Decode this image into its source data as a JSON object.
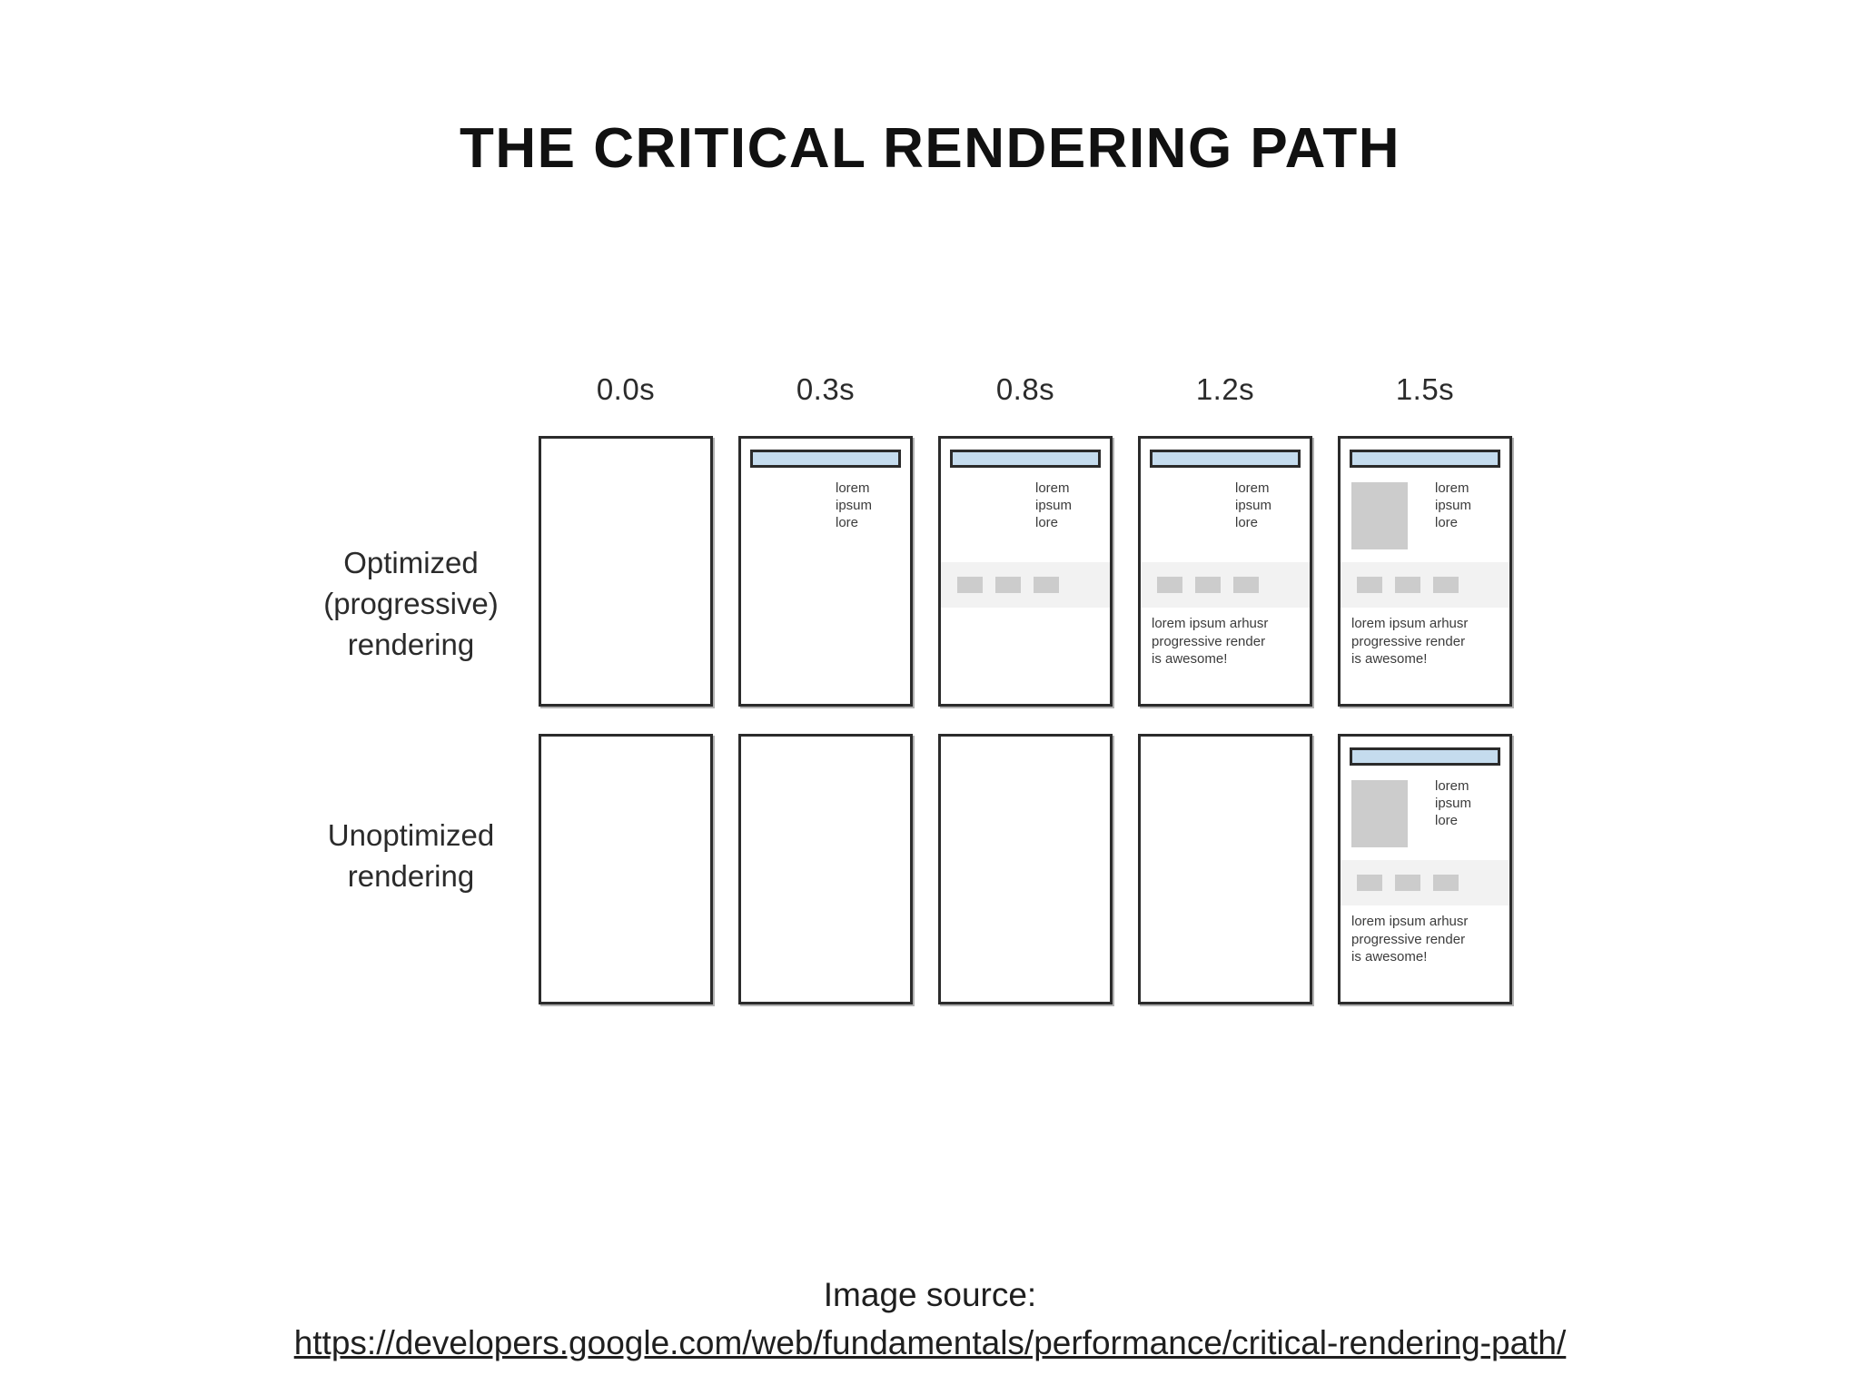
{
  "slide": {
    "title": "THE CRITICAL RENDERING PATH"
  },
  "diagram": {
    "column_headers": [
      "0.0s",
      "0.3s",
      "0.8s",
      "1.2s",
      "1.5s"
    ],
    "row_labels": [
      "Optimized\n(progressive)\nrendering",
      "Unoptimized\nrendering"
    ],
    "row_label_lines": {
      "row1": [
        "Optimized",
        "(progressive)",
        "rendering"
      ],
      "row2": [
        "Unoptimized",
        "rendering"
      ]
    },
    "content_strings": {
      "side_text": "lorem\nipsum\nlore",
      "side_text_lines": [
        "lorem",
        "ipsum",
        "lore"
      ],
      "paragraph": "lorem ipsum arhusr progressive render is awesome!",
      "paragraph_lines": [
        "lorem ipsum arhusr",
        "progressive render",
        "is awesome!"
      ]
    },
    "colors": {
      "header_bar": "#c5dcee",
      "frame_border": "#2b2b2b",
      "nav_strip": "#f2f2f2",
      "placeholder_block": "#cccccc",
      "page_background": "#ffffff"
    },
    "frames": [
      {
        "row": "optimized",
        "time": "0.0s",
        "has_header_bar": false,
        "has_image": false,
        "has_side_text": false,
        "has_nav_strip": false,
        "has_paragraph": false
      },
      {
        "row": "optimized",
        "time": "0.3s",
        "has_header_bar": true,
        "has_image": false,
        "has_side_text": true,
        "has_nav_strip": false,
        "has_paragraph": false
      },
      {
        "row": "optimized",
        "time": "0.8s",
        "has_header_bar": true,
        "has_image": false,
        "has_side_text": true,
        "has_nav_strip": true,
        "has_paragraph": false
      },
      {
        "row": "optimized",
        "time": "1.2s",
        "has_header_bar": true,
        "has_image": false,
        "has_side_text": true,
        "has_nav_strip": true,
        "has_paragraph": true
      },
      {
        "row": "optimized",
        "time": "1.5s",
        "has_header_bar": true,
        "has_image": true,
        "has_side_text": true,
        "has_nav_strip": true,
        "has_paragraph": true
      },
      {
        "row": "unoptimized",
        "time": "0.0s",
        "has_header_bar": false,
        "has_image": false,
        "has_side_text": false,
        "has_nav_strip": false,
        "has_paragraph": false
      },
      {
        "row": "unoptimized",
        "time": "0.3s",
        "has_header_bar": false,
        "has_image": false,
        "has_side_text": false,
        "has_nav_strip": false,
        "has_paragraph": false
      },
      {
        "row": "unoptimized",
        "time": "0.8s",
        "has_header_bar": false,
        "has_image": false,
        "has_side_text": false,
        "has_nav_strip": false,
        "has_paragraph": false
      },
      {
        "row": "unoptimized",
        "time": "1.2s",
        "has_header_bar": false,
        "has_image": false,
        "has_side_text": false,
        "has_nav_strip": false,
        "has_paragraph": false
      },
      {
        "row": "unoptimized",
        "time": "1.5s",
        "has_header_bar": true,
        "has_image": true,
        "has_side_text": true,
        "has_nav_strip": true,
        "has_paragraph": true
      }
    ]
  },
  "footer": {
    "label": "Image source:",
    "url": "https://developers.google.com/web/fundamentals/performance/critical-rendering-path/"
  }
}
